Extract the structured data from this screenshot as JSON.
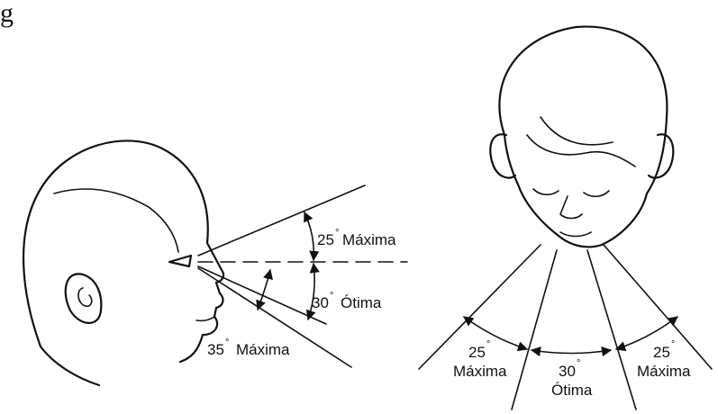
{
  "header_fragment": "g",
  "side_view": {
    "upper_angle": {
      "value": "25",
      "degree_sign": "°",
      "label": "Máxima"
    },
    "optimal_angle": {
      "value": "30",
      "degree_sign": "°",
      "label": "Ótima"
    },
    "lower_angle": {
      "value": "35",
      "degree_sign": "°",
      "label": "Máxima"
    }
  },
  "front_view": {
    "left_angle": {
      "value": "25",
      "degree_sign": "°",
      "label": "Máxima"
    },
    "center_angle": {
      "value": "30",
      "degree_sign": "°",
      "label": "Ótima"
    },
    "right_angle": {
      "value": "25",
      "degree_sign": "°",
      "label": "Máxima"
    }
  },
  "colors": {
    "ink": "#111111",
    "background": "#ffffff"
  }
}
